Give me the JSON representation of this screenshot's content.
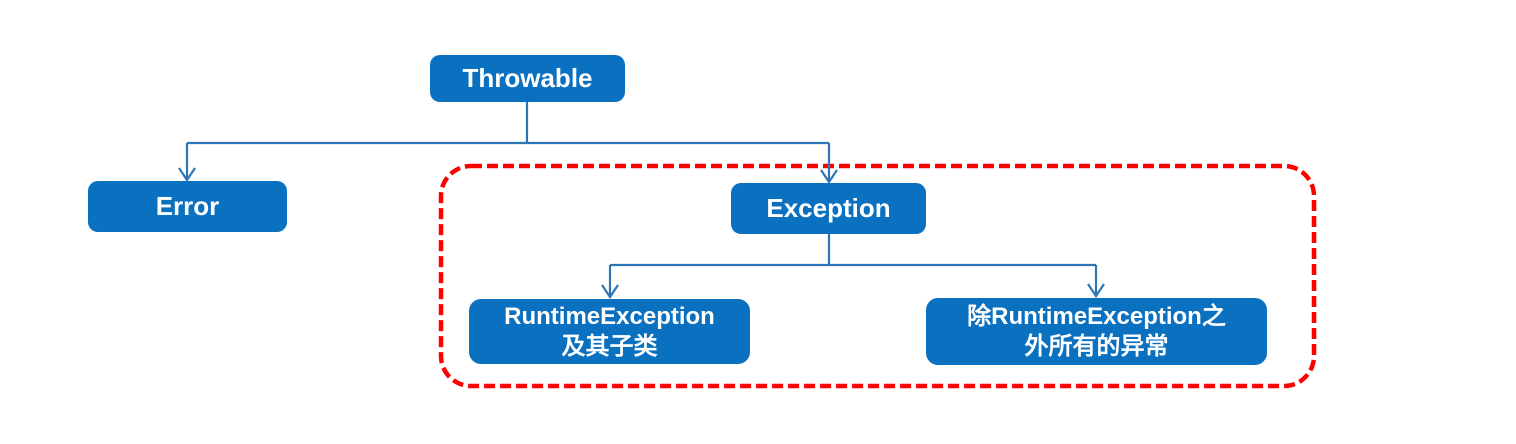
{
  "diagram": {
    "nodes": {
      "throwable": {
        "label": "Throwable"
      },
      "error": {
        "label": "Error"
      },
      "exception": {
        "label": "Exception"
      },
      "runtime_exception": {
        "line1": "RuntimeException",
        "line2": "及其子类"
      },
      "non_runtime_exception": {
        "line1": "除RuntimeException之",
        "line2": "外所有的异常"
      }
    },
    "colors": {
      "node_fill": "#0a70c0",
      "connector": "#2e75b6",
      "highlight_border": "#ff0000",
      "text": "#ffffff",
      "background": "#ffffff"
    }
  }
}
